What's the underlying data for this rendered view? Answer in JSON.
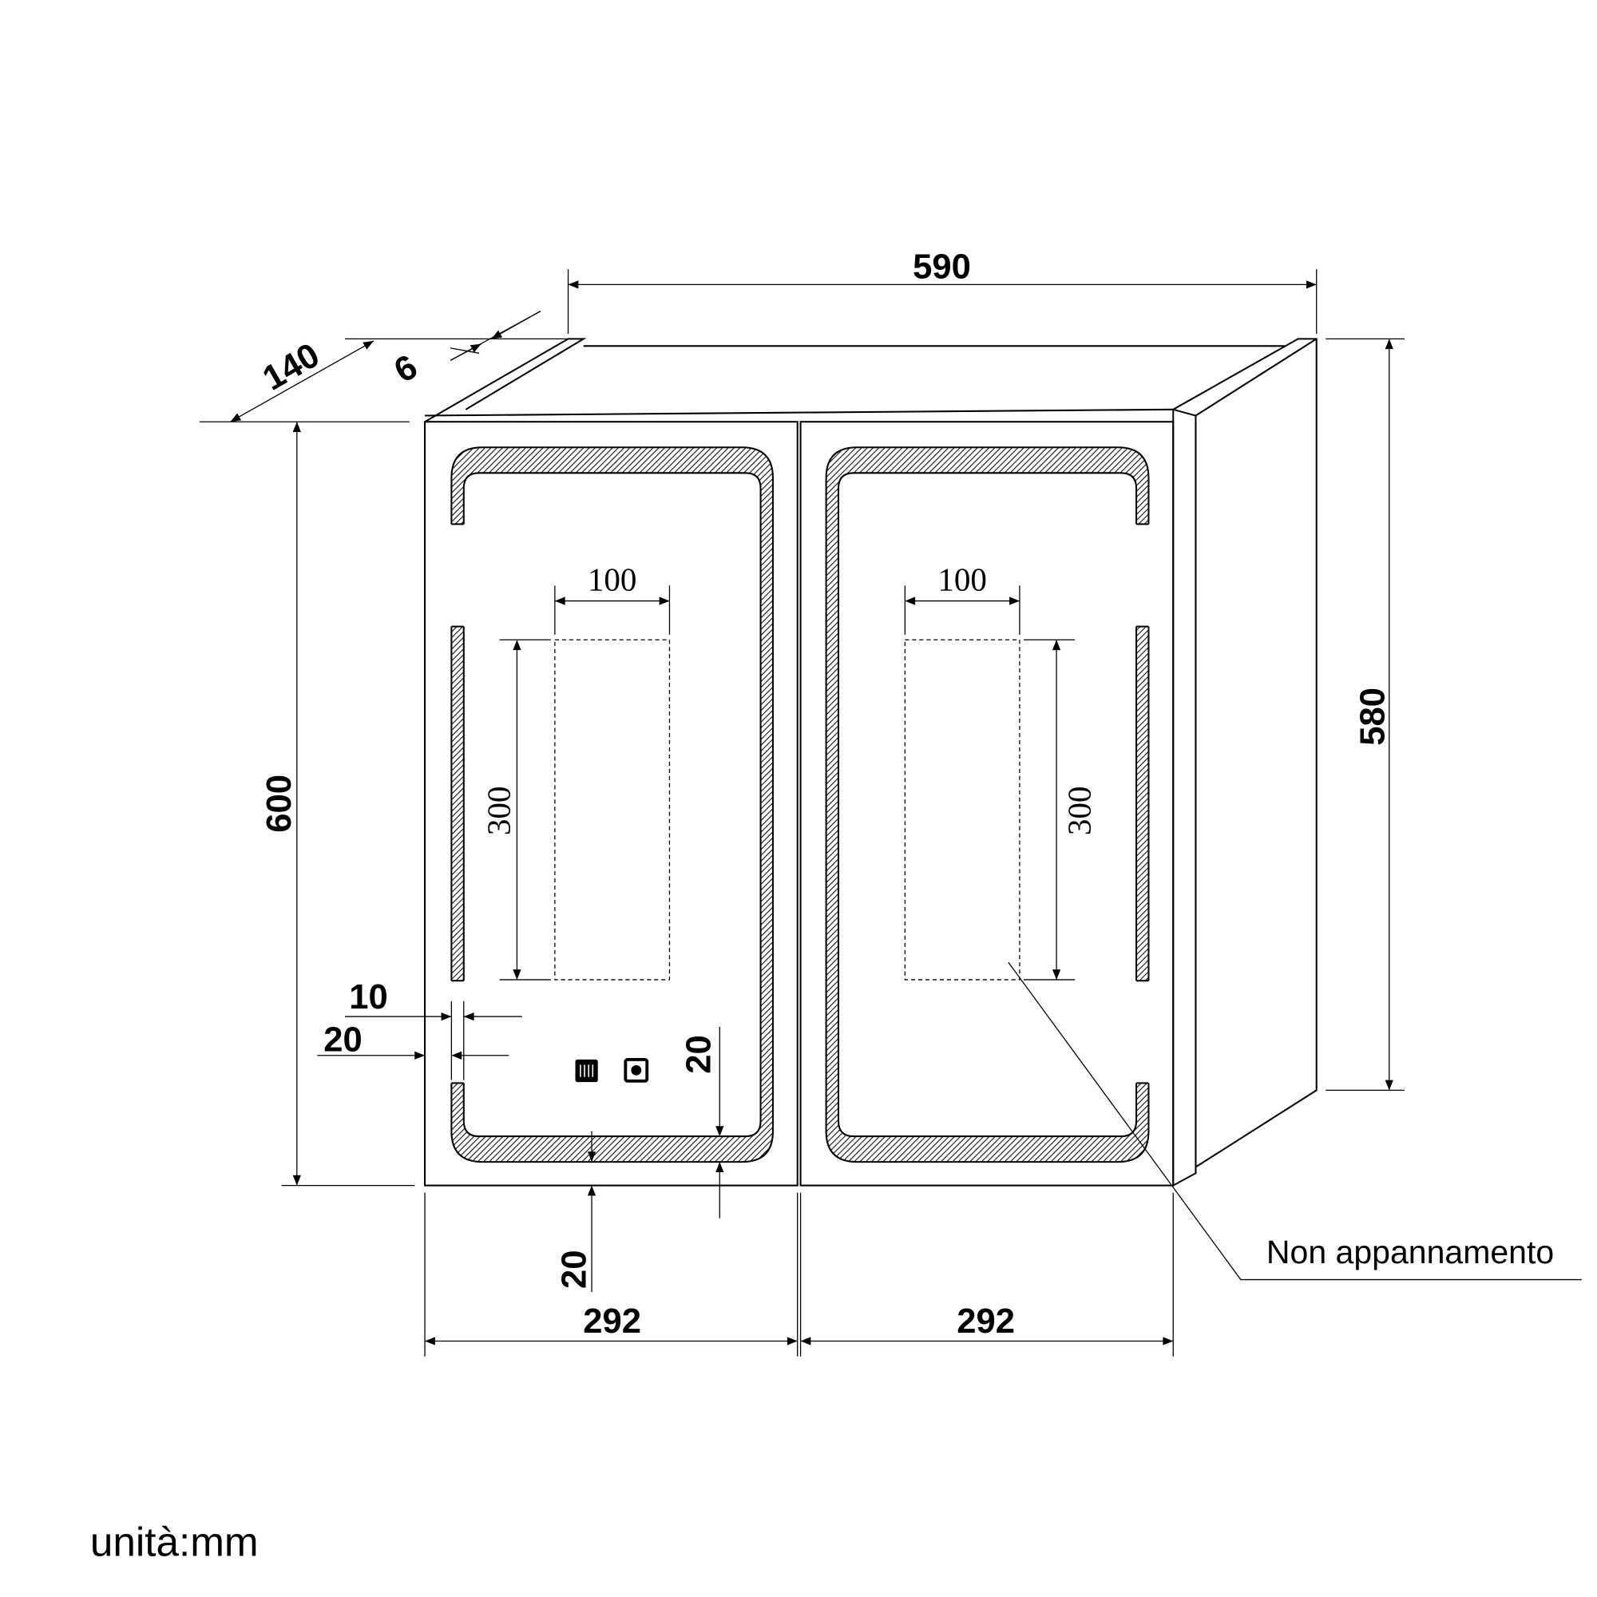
{
  "dimensions": {
    "overall_width": "590",
    "overall_height": "600",
    "cabinet_height": "580",
    "depth": "140",
    "mirror_thickness": "6",
    "door_width_left": "292",
    "door_width_right": "292",
    "defog_width_left": "100",
    "defog_width_right": "100",
    "defog_height_left": "300",
    "defog_height_right": "300",
    "led_width": "10",
    "led_offset": "20",
    "button_offset": "20",
    "bottom_offset": "20"
  },
  "annotations": {
    "defog_label": "Non appannamento",
    "unit_label": "unità:mm"
  },
  "icons": [
    "heater-switch-icon",
    "light-switch-icon"
  ]
}
